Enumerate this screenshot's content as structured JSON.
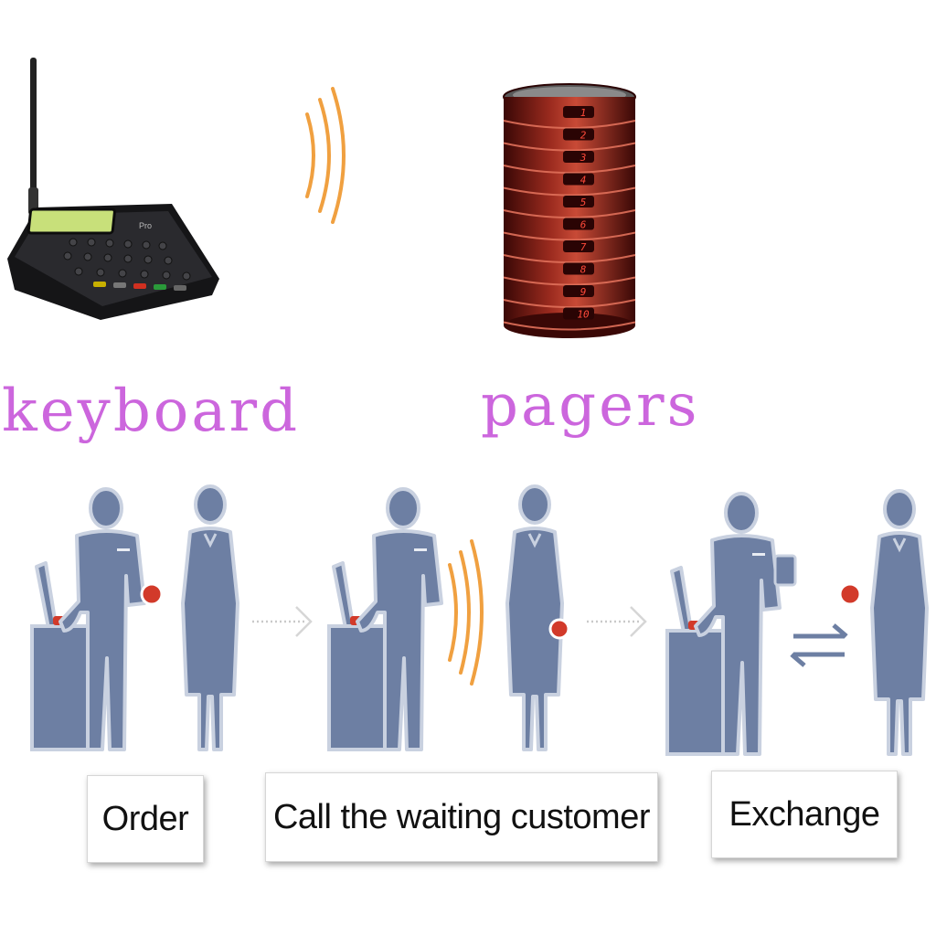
{
  "device_labels": {
    "keyboard": "keyboard",
    "pagers": "pagers"
  },
  "keyboard_screen_text": "Pro",
  "pager_numbers": [
    "1",
    "2",
    "3",
    "4",
    "5",
    "6",
    "7",
    "8",
    "9",
    "10"
  ],
  "steps": [
    {
      "label": "Order"
    },
    {
      "label": "Call the waiting customer"
    },
    {
      "label": "Exchange"
    }
  ],
  "colors": {
    "figure": "#6d7fa3",
    "figure_outline": "#c9d1e0",
    "signal_wave": "#f0a040",
    "label_text": "#cc66dd",
    "pager_body": "#7a1a14",
    "pager_led": "#ff4a3a",
    "keypad_body": "#1d1d1f",
    "lcd": "#c8e07a"
  },
  "icons": [
    "antenna-icon",
    "signal-wave-icon",
    "arrow-right-icon",
    "swap-arrows-icon",
    "pager-icon"
  ]
}
